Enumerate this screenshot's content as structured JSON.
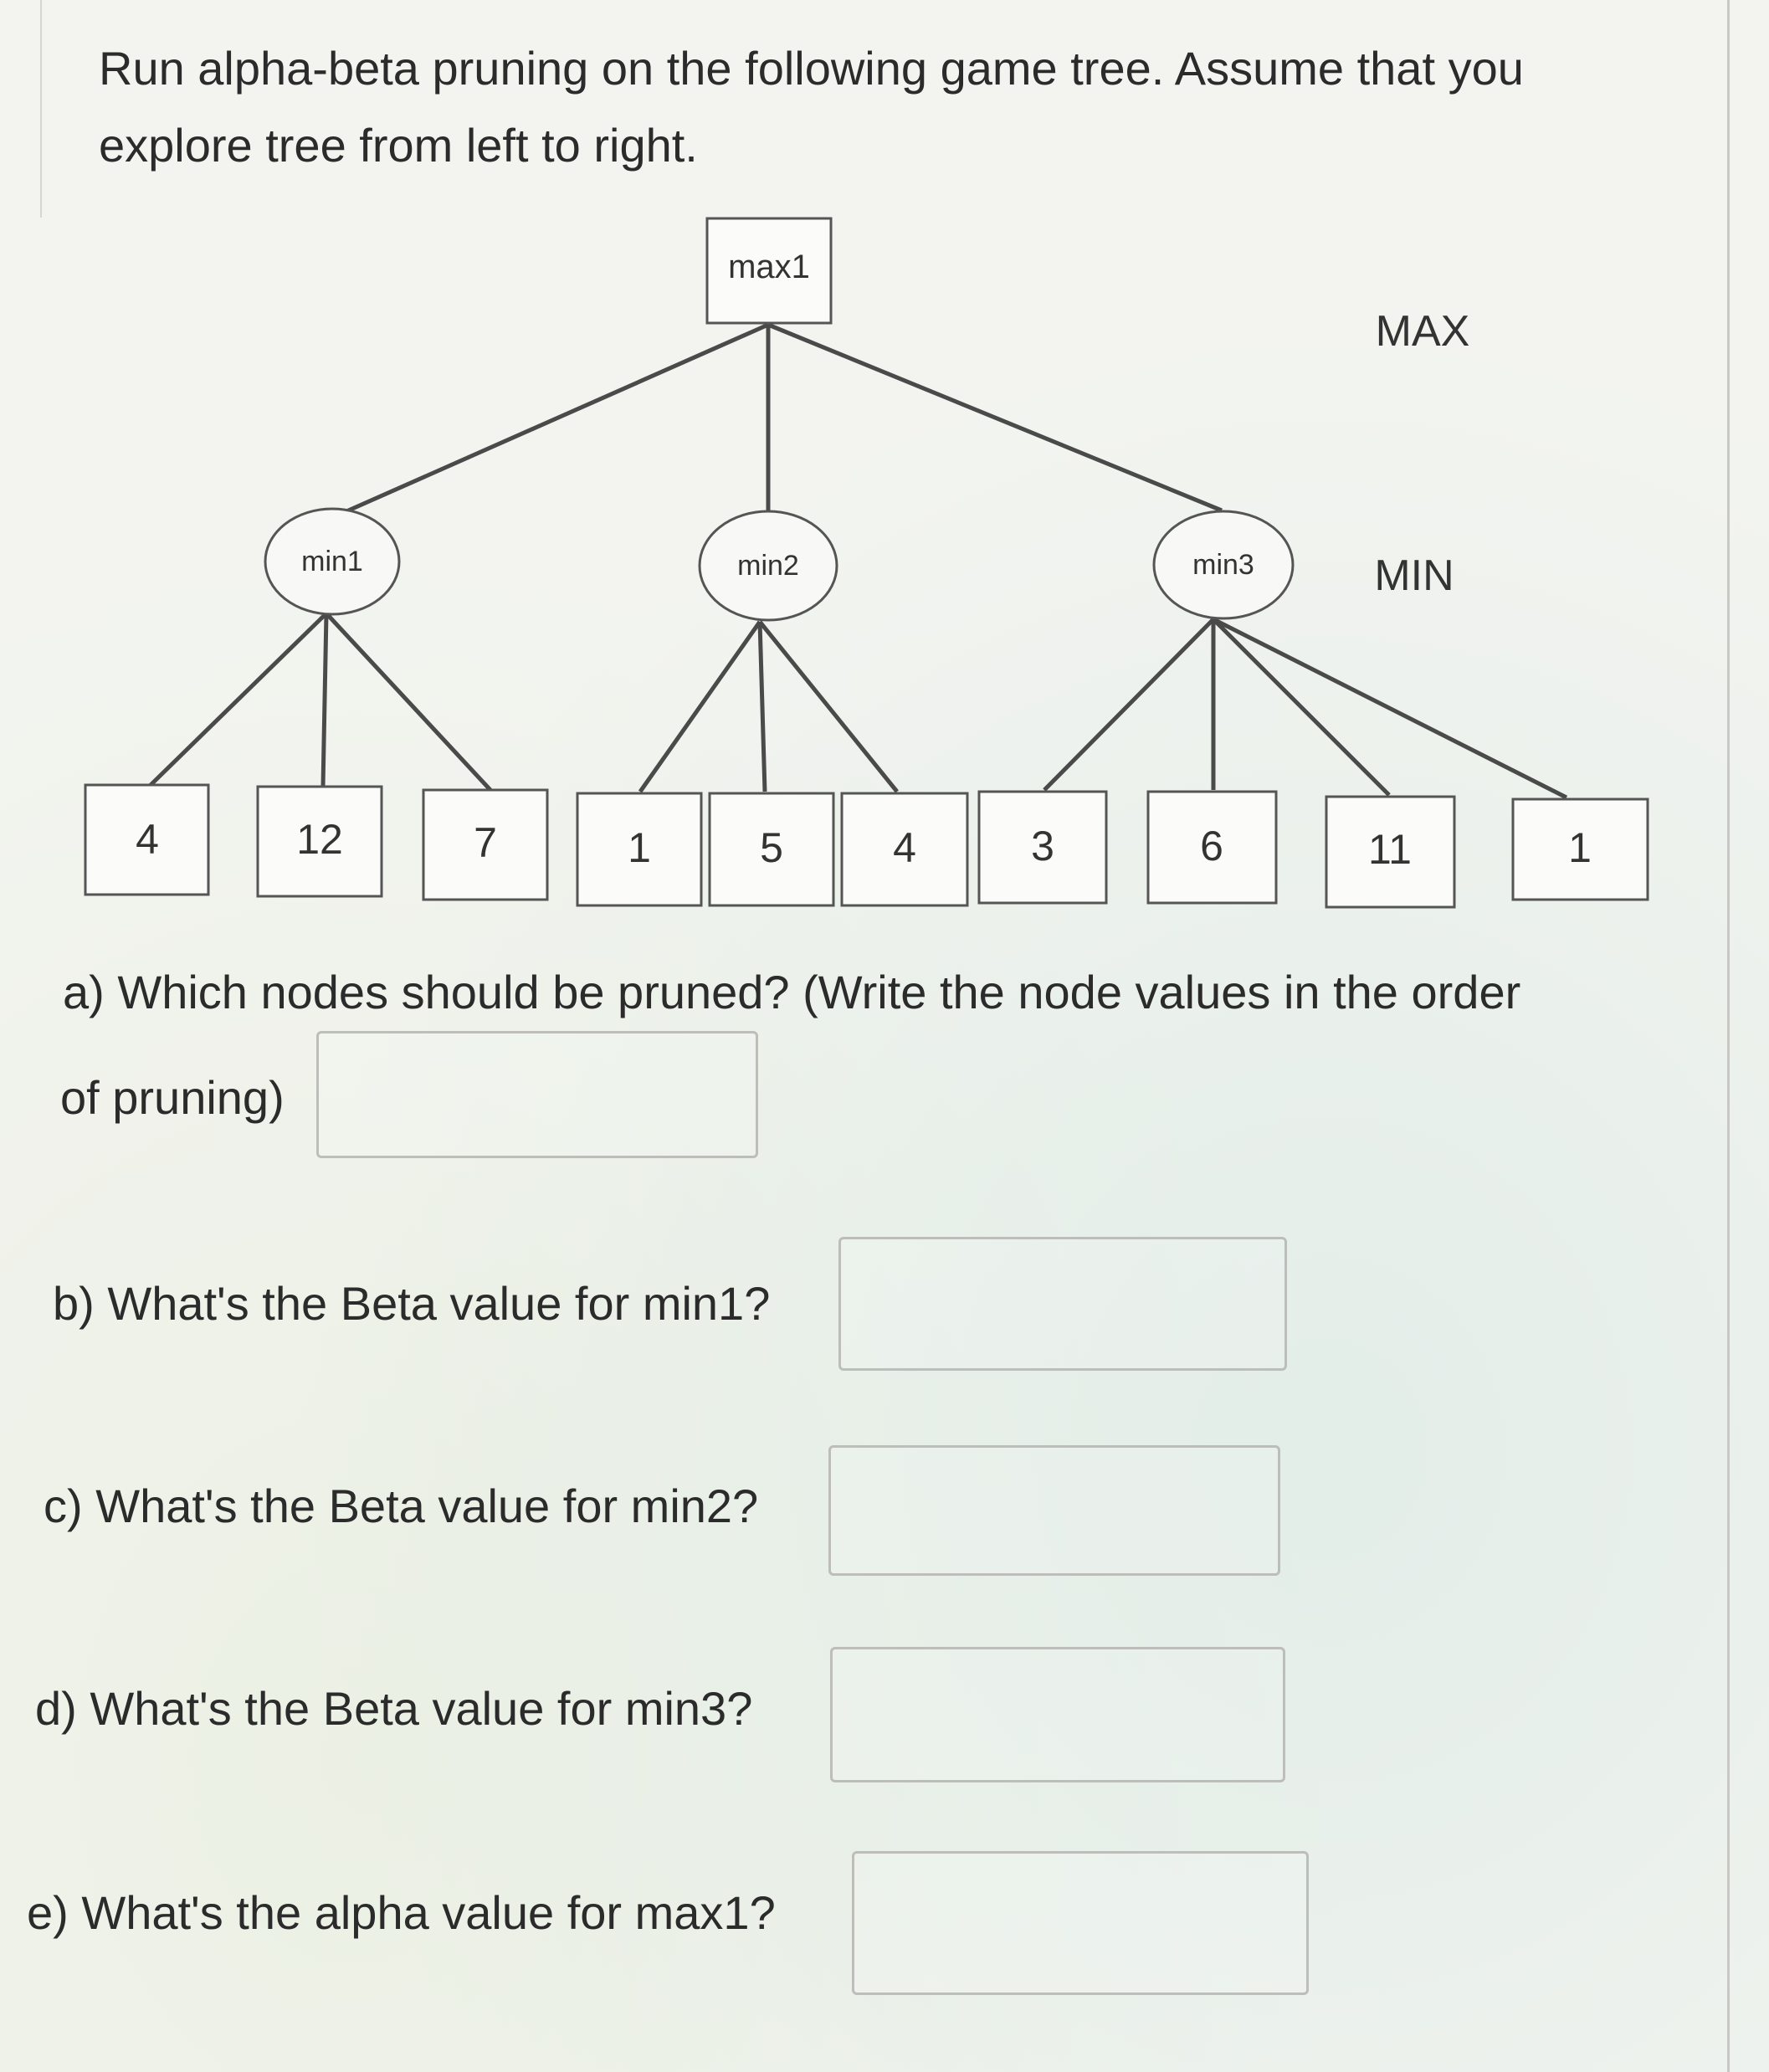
{
  "intro": "Run alpha-beta pruning on the following game tree. Assume that you explore tree from left to right.",
  "tree": {
    "root": "max1",
    "level_labels": [
      "MAX",
      "MIN"
    ],
    "min_nodes": [
      "min1",
      "min2",
      "min3"
    ],
    "leaves": [
      "4",
      "12",
      "7",
      "1",
      "5",
      "4",
      "3",
      "6",
      "11",
      "1"
    ]
  },
  "questions": {
    "a_line1": "a) Which nodes should be pruned? (Write the node values in the order",
    "a_line2": "of pruning)",
    "b": "b) What's the Beta value for min1?",
    "c": "c) What's the Beta value for min2?",
    "d": "d) What's the Beta value for min3?",
    "e": "e) What's the alpha value for max1?"
  },
  "answers": {
    "a": "",
    "b": "",
    "c": "",
    "d": "",
    "e": ""
  }
}
